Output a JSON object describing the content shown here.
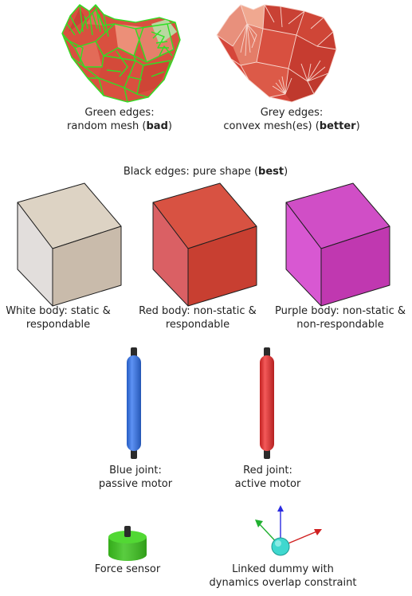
{
  "meshes": [
    {
      "line1": "Green edges:",
      "line2_prefix": "random mesh (",
      "line2_bold": "bad",
      "line2_suffix": ")"
    },
    {
      "line1": "Grey edges:",
      "line2_prefix": "convex mesh(es) (",
      "line2_bold": "better",
      "line2_suffix": ")"
    }
  ],
  "pure": {
    "prefix": "Black edges: pure shape (",
    "bold": "best",
    "suffix": ")"
  },
  "bodies": [
    {
      "line1": "White body: static &",
      "line2": "respondable",
      "colors": {
        "top": "#ddd3c4",
        "front": "#c9bbab",
        "left": "#e2dedc"
      }
    },
    {
      "line1": "Red body: non-static &",
      "line2": "respondable",
      "colors": {
        "top": "#d85242",
        "front": "#c83f31",
        "left": "#da6064"
      }
    },
    {
      "line1": "Purple body: non-static &",
      "line2": "non-respondable",
      "colors": {
        "top": "#d04ec6",
        "front": "#c038b0",
        "left": "#d858d2"
      }
    }
  ],
  "joints": [
    {
      "line1": "Blue joint:",
      "line2": "passive motor",
      "color": "#2f72f0"
    },
    {
      "line1": "Red joint:",
      "line2": "active motor",
      "color": "#f02a2a"
    }
  ],
  "sensor": {
    "label": "Force sensor",
    "color": "#3cc41e"
  },
  "dummy": {
    "line1": "Linked dummy with",
    "line2": "dynamics overlap constraint",
    "color": "#3fd8cf"
  }
}
